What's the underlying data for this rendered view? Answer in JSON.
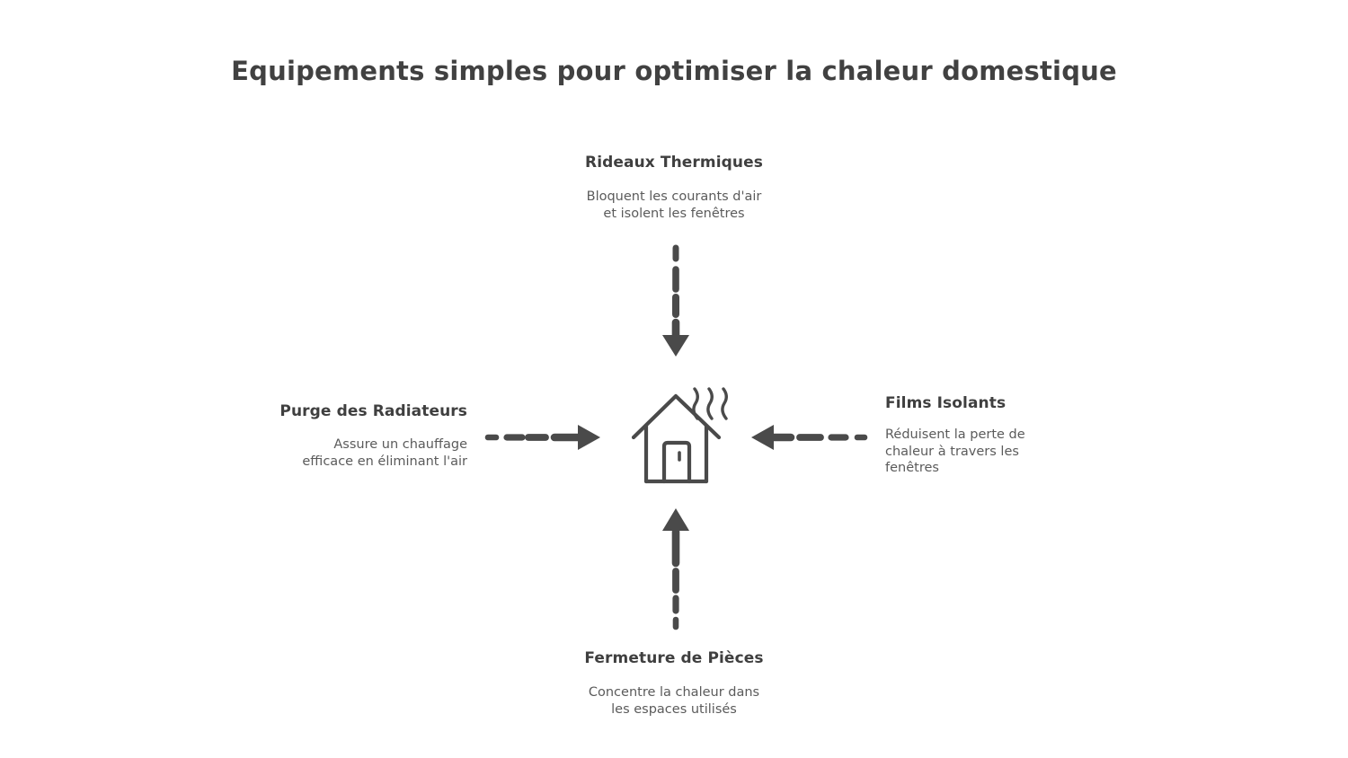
{
  "title": "Equipements simples pour optimiser la chaleur domestique",
  "theme": {
    "background": "#ffffff",
    "title_color": "#414141",
    "heading_color": "#3f3f3f",
    "body_color": "#5b5b5b",
    "stroke_color": "#4a4a4a"
  },
  "center": {
    "icon": "house-with-heat-waves-icon",
    "heat_wave_count": 3
  },
  "nodes": {
    "top": {
      "title": "Rideaux Thermiques",
      "desc": "Bloquent les courants d'air\net isolent les fenêtres",
      "arrow": "arrow-down-to-house"
    },
    "left": {
      "title": "Purge des Radiateurs",
      "desc": "Assure un chauffage\nefficace en éliminant l'air",
      "arrow": "arrow-right-to-house"
    },
    "right": {
      "title": "Films Isolants",
      "desc": "Réduisent la perte de\nchaleur à travers les\nfenêtres",
      "arrow": "arrow-left-to-house"
    },
    "bottom": {
      "title": "Fermeture de Pièces",
      "desc": "Concentre la chaleur dans\nles espaces utilisés",
      "arrow": "arrow-up-to-house"
    }
  }
}
